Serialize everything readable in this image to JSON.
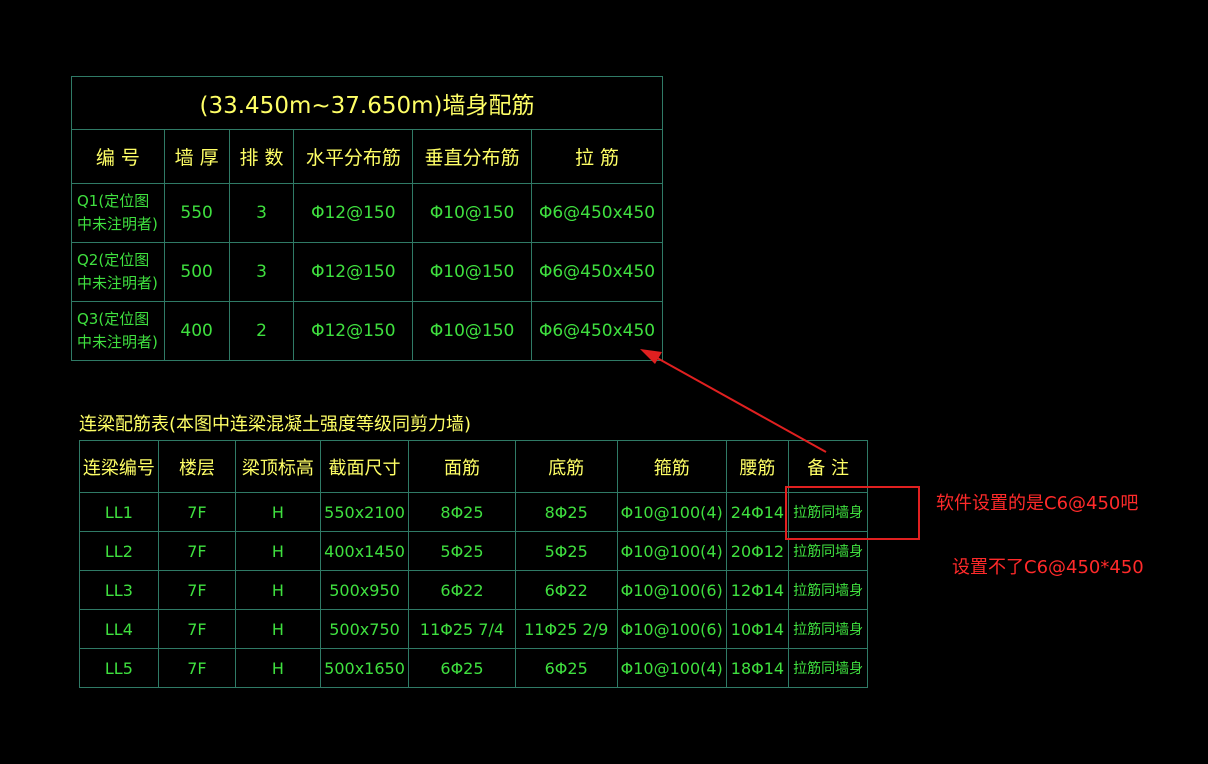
{
  "wall_table": {
    "title": "(33.450m~37.650m)墙身配筋",
    "headers": [
      "编 号",
      "墙 厚",
      "排 数",
      "水平分布筋",
      "垂直分布筋",
      "拉 筋"
    ],
    "rows": [
      [
        "Q1(定位图中未注明者)",
        "550",
        "3",
        "Φ12@150",
        "Φ10@150",
        "Φ6@450x450"
      ],
      [
        "Q2(定位图中未注明者)",
        "500",
        "3",
        "Φ12@150",
        "Φ10@150",
        "Φ6@450x450"
      ],
      [
        "Q3(定位图中未注明者)",
        "400",
        "2",
        "Φ12@150",
        "Φ10@150",
        "Φ6@450x450"
      ]
    ]
  },
  "beam_table": {
    "caption": "连梁配筋表(本图中连梁混凝土强度等级同剪力墙)",
    "headers": [
      "连梁编号",
      "楼层",
      "梁顶标高",
      "截面尺寸",
      "面筋",
      "底筋",
      "箍筋",
      "腰筋",
      "备 注"
    ],
    "rows": [
      [
        "LL1",
        "7F",
        "H",
        "550x2100",
        "8Φ25",
        "8Φ25",
        "Φ10@100(4)",
        "24Φ14",
        "拉筋同墙身"
      ],
      [
        "LL2",
        "7F",
        "H",
        "400x1450",
        "5Φ25",
        "5Φ25",
        "Φ10@100(4)",
        "20Φ12",
        "拉筋同墙身"
      ],
      [
        "LL3",
        "7F",
        "H",
        "500x950",
        "6Φ22",
        "6Φ22",
        "Φ10@100(6)",
        "12Φ14",
        "拉筋同墙身"
      ],
      [
        "LL4",
        "7F",
        "H",
        "500x750",
        "11Φ25 7/4",
        "11Φ25 2/9",
        "Φ10@100(6)",
        "10Φ14",
        "拉筋同墙身"
      ],
      [
        "LL5",
        "7F",
        "H",
        "500x1650",
        "6Φ25",
        "6Φ25",
        "Φ10@100(4)",
        "18Φ14",
        "拉筋同墙身"
      ]
    ]
  },
  "annotations": {
    "note1": "软件设置的是C6@450吧",
    "note2": "设置不了C6@450*450"
  },
  "colors": {
    "background": "#000000",
    "header_text": "#ffff66",
    "cell_text": "#3fe03f",
    "grid": "#2f7a66",
    "annotation": "#ff2a2a"
  }
}
